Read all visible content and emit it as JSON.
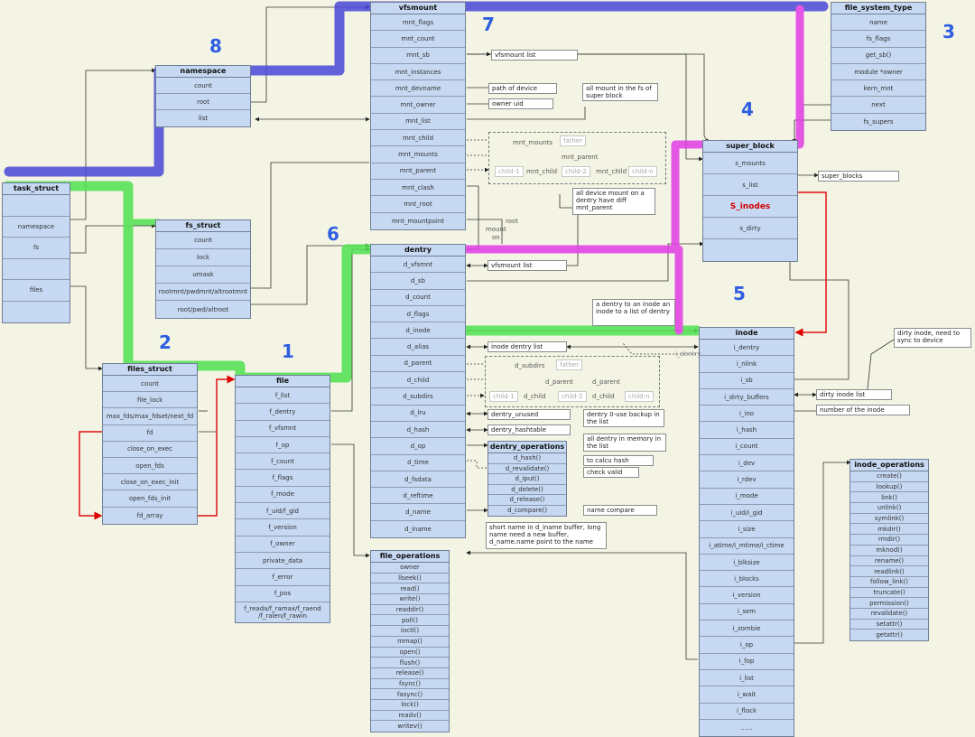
{
  "structs": {
    "vfsmount": {
      "title": "vfsmount",
      "fields": [
        "mnt_flags",
        "mnt_count",
        "mnt_sb",
        "mnt_instances",
        "mnt_devname",
        "mnt_owner",
        "mnt_list",
        "mnt_child",
        "mnt_mounts",
        "mnt_parent",
        "mnt_clash",
        "mnt_root",
        "mnt_mountpoint"
      ]
    },
    "namespace": {
      "title": "namespace",
      "fields": [
        "count",
        "root",
        "list"
      ]
    },
    "task_struct": {
      "title": "task_struct",
      "fields": [
        "",
        "namespace",
        "fs",
        "",
        "files",
        ""
      ]
    },
    "fs_struct": {
      "title": "fs_struct",
      "fields": [
        "count",
        "lock",
        "umask",
        "rootmnt/pwdmnt/altrootmnt",
        "root/pwd/altroot"
      ]
    },
    "files_struct": {
      "title": "files_struct",
      "fields": [
        "count",
        "file_lock",
        "max_fds/max_fdset/next_fd",
        "fd",
        "close_on_exec",
        "open_fds",
        "close_on_exec_init",
        "open_fds_init",
        "fd_array"
      ]
    },
    "file": {
      "title": "file",
      "fields": [
        "f_list",
        "f_dentry",
        "f_vfsmnt",
        "f_op",
        "f_count",
        "f_flags",
        "f_mode",
        "f_uid/f_gid",
        "f_version",
        "f_owner",
        "private_data",
        "f_error",
        "f_pos",
        "f_reada/f_ramax/f_raend /f_ralen/f_rawin"
      ]
    },
    "dentry": {
      "title": "dentry",
      "fields": [
        "d_vfsmnt",
        "d_sb",
        "d_count",
        "d_flags",
        "d_inode",
        "d_alias",
        "d_parent",
        "d_child",
        "d_subdirs",
        "d_lru",
        "d_hash",
        "d_op",
        "d_time",
        "d_fsdata",
        "d_reftime",
        "d_name",
        "d_iname"
      ]
    },
    "file_system_type": {
      "title": "file_system_type",
      "fields": [
        "name",
        "fs_flags",
        "get_sb()",
        "module *owner",
        "kern_mnt",
        "next",
        "fs_supers"
      ]
    },
    "super_block": {
      "title": "super_block",
      "fields": [
        "s_mounts",
        "s_list",
        "S_inodes",
        "s_dirty",
        ""
      ]
    },
    "inode": {
      "title": "inode",
      "fields": [
        "i_dentry",
        "i_nlink",
        "i_sb",
        "i_dirty_buffers",
        "i_ino",
        "i_hash",
        "i_count",
        "i_dev",
        "i_rdev",
        "i_mode",
        "i_uid/i_gid",
        "i_size",
        "i_atime/i_mtime/i_ctime",
        "i_blksize",
        "i_blocks",
        "i_version",
        "i_sem",
        "i_zombie",
        "i_op",
        "i_fop",
        "i_list",
        "i_wait",
        "i_flock",
        "......"
      ]
    },
    "dentry_operations": {
      "title": "dentry_operations",
      "fields": [
        "d_hash()",
        "d_revalidate()",
        "d_iput()",
        "d_delete()",
        "d_release()",
        "d_compare()"
      ]
    },
    "file_operations": {
      "title": "file_operations",
      "fields": [
        "owner",
        "llseek()",
        "read()",
        "write()",
        "readdir()",
        "poll()",
        "ioctl()",
        "mmap()",
        "open()",
        "flush()",
        "release()",
        "fsync()",
        "fasync()",
        "lock()",
        "readv()",
        "writev()"
      ]
    },
    "inode_operations": {
      "title": "inode_operations",
      "fields": [
        "create()",
        "lookup()",
        "link()",
        "unlink()",
        "symlink()",
        "mkdir()",
        "rmdir()",
        "mknod()",
        "rename()",
        "readlink()",
        "follow_link()",
        "truncate()",
        "permission()",
        "revalidate()",
        "setattr()",
        "getattr()"
      ]
    }
  },
  "notes": {
    "vfsmount_list": "vfsmount list",
    "path_of_device": "path of device",
    "owner_uid": "owner uid",
    "all_mount_in_fs": "all mount in the fs of super block",
    "all_device_mount": "all device mount on a dentry have diff mnt_parent",
    "vfsmount_list2": "vfsmount list",
    "super_blocks": "super_blocks",
    "dentry_to_inode": "a dentry to an inode an inode to a list of dentry",
    "inode_dentry_list": "inode dentry list",
    "dirty_inode_list": "dirty inode list",
    "number_of_inode": "number of the inode",
    "dirty_inode_sync": "dirty inode, need to sync to device",
    "dentry_unused": "dentry_unused",
    "dentry_hashtable": "dentry_hashtable",
    "dentry_0_use": "dentry 0-use backup in the list",
    "all_dentry_memory": "all dentry in memory in the list",
    "to_calcu_hash": "to calcu hash",
    "check_valid": "check valid",
    "name_compare": "name compare",
    "short_name": "short name in d_iname buffer, long name need a new buffer, d_name.name point to the name"
  },
  "tree1": {
    "father": "father",
    "child1": "child-1",
    "child2": "child-2",
    "childn": "child-n",
    "mnt_mounts": "mnt_mounts",
    "mnt_parent": "mnt_parent",
    "mnt_child_a": "mnt_child",
    "mnt_child_b": "mnt_child"
  },
  "tree2": {
    "father": "father",
    "child1": "child-1",
    "child2": "child-2",
    "childn": "child-n",
    "d_subdirs": "d_subdirs",
    "d_parent_a": "d_parent",
    "d_parent_b": "d_parent",
    "d_child_a": "d_child",
    "d_child_b": "d_child"
  },
  "labels": {
    "root_in_mount_on": "root in mount on",
    "root_label": "root",
    "mount_on": "mount\non",
    "mount_on_label": "mount",
    "on_label": "on",
    "aliases": "i_dentry"
  },
  "markers": {
    "m1": "1",
    "m2": "2",
    "m3": "3",
    "m4": "4",
    "m5": "5",
    "m6": "6",
    "m7": "7",
    "m8": "8"
  },
  "colors": {
    "blue": "#4a48d8",
    "green": "#4fe24f",
    "magenta": "#e23ce6",
    "red": "#e01010",
    "marker": "#2f5fe0",
    "struct_fill": "#c6d8f2"
  }
}
